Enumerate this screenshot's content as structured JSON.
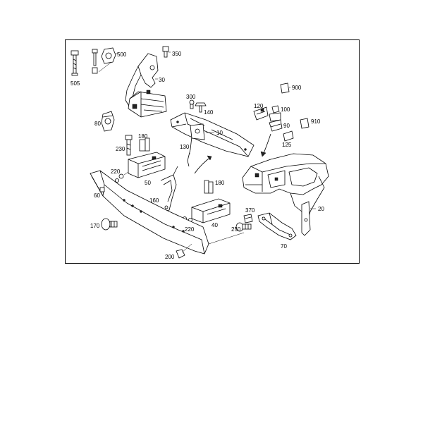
{
  "diagram": {
    "part_numbers": {
      "p505": "505",
      "p500": "500",
      "p350": "350",
      "p30": "30",
      "p300": "300",
      "p140": "140",
      "p10": "10",
      "p900": "900",
      "p120": "120",
      "p100": "100",
      "p90": "90",
      "p910": "910",
      "p125": "125",
      "p80": "80",
      "p180a": "180",
      "p230": "230",
      "p130": "130",
      "p220a": "220",
      "p50": "50",
      "p60": "60",
      "p160": "160",
      "p180b": "180",
      "p370": "370",
      "p40": "40",
      "p170": "170",
      "p220b": "220",
      "p250": "250",
      "p20": "20",
      "p70": "70",
      "p200": "200"
    }
  }
}
